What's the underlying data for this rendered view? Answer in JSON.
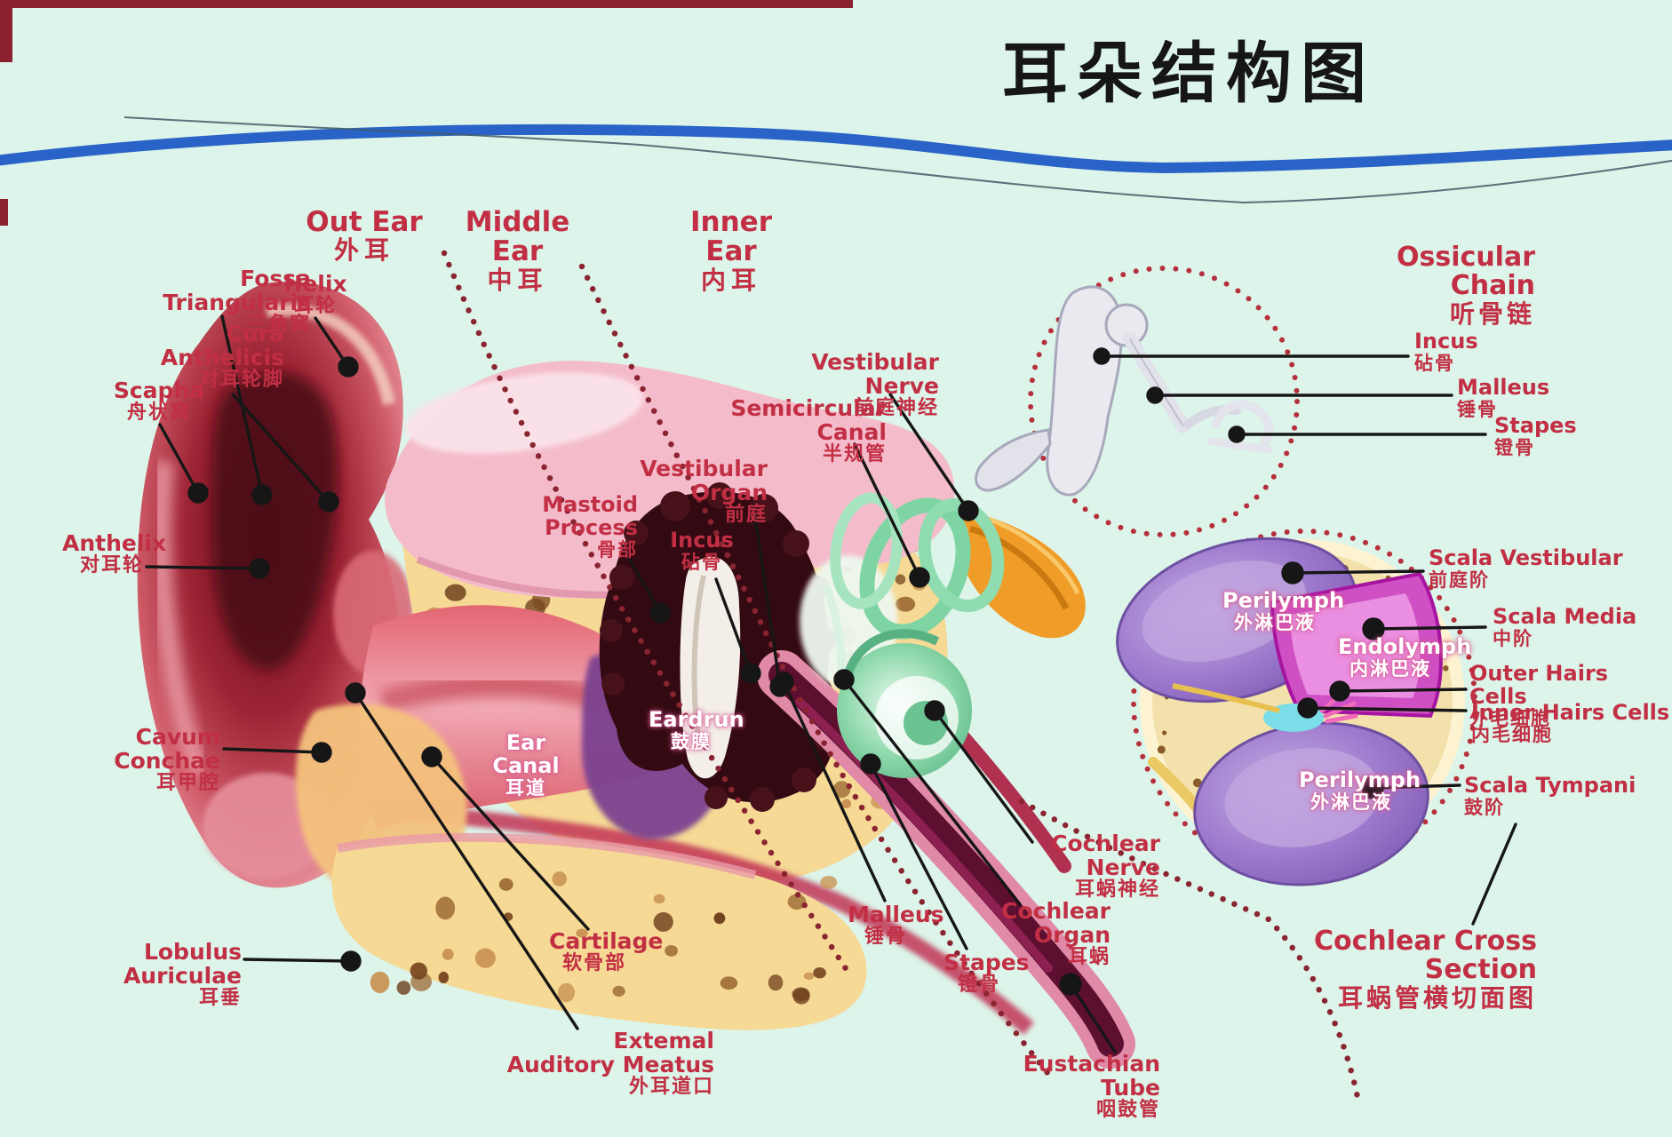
{
  "title": "耳朵结构图",
  "sections": {
    "out_ear": {
      "en": "Out Ear",
      "zh": "外耳"
    },
    "middle_ear": {
      "en": "Middle Ear",
      "zh": "中耳"
    },
    "inner_ear": {
      "en": "Inner Ear",
      "zh": "内耳"
    }
  },
  "labels": {
    "fossa": {
      "en": "Fossa Triangularis",
      "zh": "三角窝"
    },
    "helix": {
      "en": "Helix",
      "zh": "耳轮"
    },
    "cura": {
      "en": "Cura Anthelicis",
      "zh": "对耳轮脚"
    },
    "scapha": {
      "en": "Scapha",
      "zh": "舟状窝"
    },
    "anthelix": {
      "en": "Anthelix",
      "zh": "对耳轮"
    },
    "cavum": {
      "en": "Cavum Conchae",
      "zh": "耳甲腔"
    },
    "lobulus": {
      "en": "Lobulus Auriculae",
      "zh": "耳垂"
    },
    "mastoid": {
      "en": "Mastoid Process",
      "zh": "骨部"
    },
    "incus_main": {
      "en": "Incus",
      "zh": "砧骨"
    },
    "ear_canal": {
      "en": "Ear Canal",
      "zh": "耳道"
    },
    "eardrun": {
      "en": "Eardrun",
      "zh": "鼓膜"
    },
    "cartilage": {
      "en": "Cartilage",
      "zh": "软骨部"
    },
    "external_meatus": {
      "en": "Extemal Auditory Meatus",
      "zh": "外耳道口"
    },
    "vestibular_nerve": {
      "en": "Vestibular Nerve",
      "zh": "前庭神经"
    },
    "semicircular_canal": {
      "en": "Semicircular Canal",
      "zh": "半规管"
    },
    "vestibular_organ": {
      "en": "Vestibular Organ",
      "zh": "前庭"
    },
    "malleus_main": {
      "en": "Malleus",
      "zh": "锤骨"
    },
    "stapes_main": {
      "en": "Stapes",
      "zh": "镫骨"
    },
    "cochlear_nerve": {
      "en": "Cochlear Nerve",
      "zh": "耳蜗神经"
    },
    "cochlear_organ": {
      "en": "Cochlear Organ",
      "zh": "耳蜗"
    },
    "eustachian_tube": {
      "en": "Eustachian Tube",
      "zh": "咽鼓管"
    }
  },
  "ossicular_chain": {
    "title": {
      "en": "Ossicular Chain",
      "zh": "听骨链"
    },
    "incus": {
      "en": "Incus",
      "zh": "砧骨"
    },
    "malleus": {
      "en": "Malleus",
      "zh": "锤骨"
    },
    "stapes": {
      "en": "Stapes",
      "zh": "镫骨"
    }
  },
  "cross_section": {
    "title": {
      "en": "Cochlear Cross Section",
      "zh": "耳蜗管横切面图"
    },
    "scala_vestibular": {
      "en": "Scala Vestibular",
      "zh": "前庭阶"
    },
    "scala_media": {
      "en": "Scala Media",
      "zh": "中阶"
    },
    "outer_hairs": {
      "en": "Outer Hairs Cells",
      "zh": "外毛细胞"
    },
    "inner_hairs": {
      "en": "Inner Hairs Cells",
      "zh": "内毛细胞"
    },
    "scala_tympani": {
      "en": "Scala Tympani",
      "zh": "鼓阶"
    },
    "perilymph_top": {
      "en": "Perilymph",
      "zh": "外淋巴液"
    },
    "endolymph": {
      "en": "Endolymph",
      "zh": "内淋巴液"
    },
    "perilymph_bottom": {
      "en": "Perilymph",
      "zh": "外淋巴液"
    }
  },
  "colors": {
    "background": "#dcf4e9",
    "label_red": "#c22f44",
    "title_black": "#161616",
    "ribbon_blue": "#2a63c8",
    "dotted_red": "#8a2430",
    "bone_cream": "#f6d995",
    "ear_maroon": "#6b1322",
    "cochlea_green": "#7fd0a0",
    "fluid_purple": "#9f7fd0",
    "media_magenta": "#cf4fc4"
  }
}
